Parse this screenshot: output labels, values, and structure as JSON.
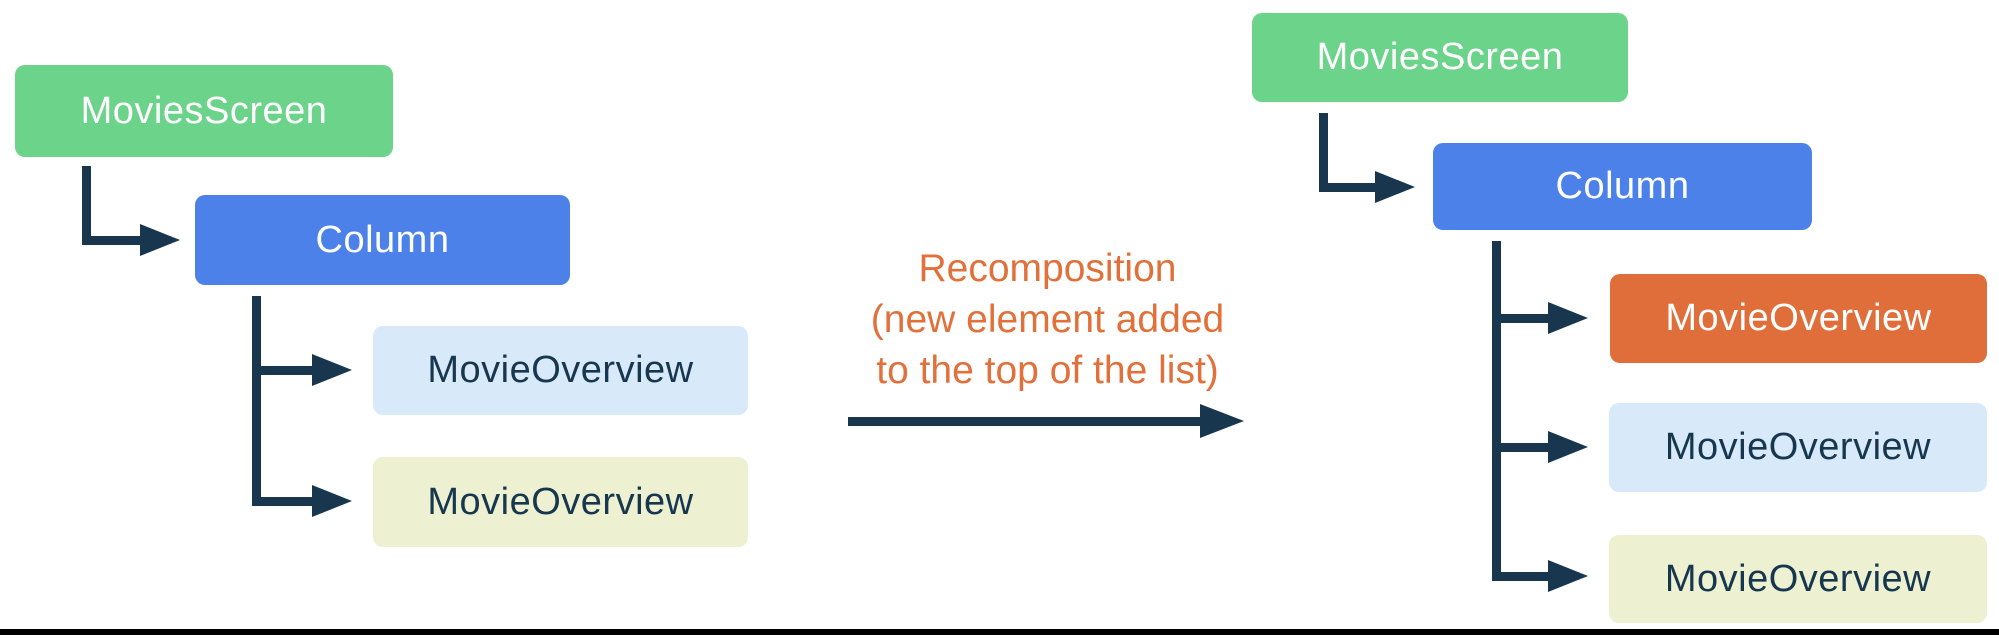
{
  "left_tree": {
    "nodes": [
      {
        "label": "MoviesScreen",
        "color": "#6BD38A",
        "text_color": "#FFFFFF"
      },
      {
        "label": "Column",
        "color": "#4B81E8",
        "text_color": "#FFFFFF"
      },
      {
        "label": "MovieOverview",
        "color": "#D8E9FA",
        "text_color": "#17374E"
      },
      {
        "label": "MovieOverview",
        "color": "#EDF1D2",
        "text_color": "#17374E"
      }
    ]
  },
  "annotation": {
    "line1": "Recomposition",
    "line2": "(new element added",
    "line3": "to the top of the list)",
    "color": "#E2703A"
  },
  "right_tree": {
    "nodes": [
      {
        "label": "MoviesScreen",
        "color": "#6BD38A",
        "text_color": "#FFFFFF"
      },
      {
        "label": "Column",
        "color": "#4B81E8",
        "text_color": "#FFFFFF"
      },
      {
        "label": "MovieOverview",
        "color": "#DF6E3A",
        "text_color": "#FFFFFF"
      },
      {
        "label": "MovieOverview",
        "color": "#D8E9FA",
        "text_color": "#17374E"
      },
      {
        "label": "MovieOverview",
        "color": "#EDF1D2",
        "text_color": "#17374E"
      }
    ]
  },
  "connector_color": "#18374E",
  "bottom_rule_color": "#000000"
}
